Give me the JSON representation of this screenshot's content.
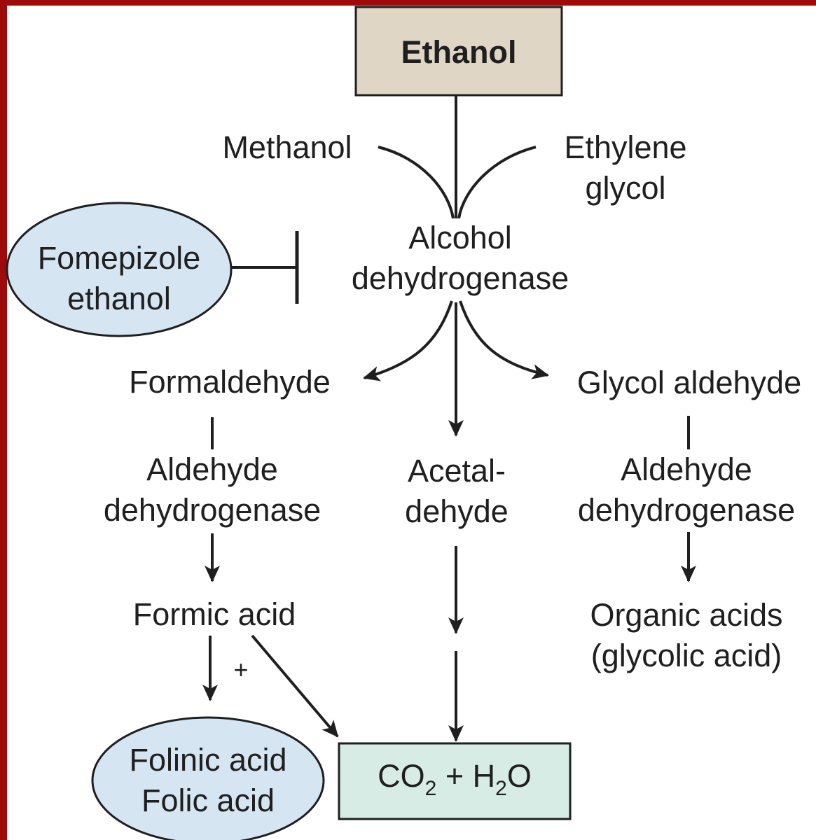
{
  "colors": {
    "frame": "#9e0b0b",
    "box_ethanol_fill": "#e0d6c6",
    "box_product_fill": "#d7ece4",
    "ellipse_fill": "#d5e5f2",
    "line": "#1f1f1f"
  },
  "nodes": {
    "ethanol": "Ethanol",
    "methanol": "Methanol",
    "ethylene_glycol": [
      "Ethylene",
      "glycol"
    ],
    "alcohol_dehydrogenase": [
      "Alcohol",
      "dehydrogenase"
    ],
    "inhibitor": [
      "Fomepizole",
      "ethanol"
    ],
    "formaldehyde": "Formaldehyde",
    "glycol_aldehyde": "Glycol aldehyde",
    "aldehyde_dehydrogenase_left": [
      "Aldehyde",
      "dehydrogenase"
    ],
    "aldehyde_dehydrogenase_right": [
      "Aldehyde",
      "dehydrogenase"
    ],
    "acetaldehyde": [
      "Acetal-",
      "dehyde"
    ],
    "formic_acid": "Formic acid",
    "organic_acids": [
      "Organic acids",
      "(glycolic acid)"
    ],
    "plus_sign": "+",
    "cofactor": [
      "Folinic acid",
      "Folic acid"
    ],
    "product": {
      "co": "CO",
      "co_sub": "2",
      "plus": " + H",
      "h_sub": "2",
      "o": "O"
    }
  }
}
